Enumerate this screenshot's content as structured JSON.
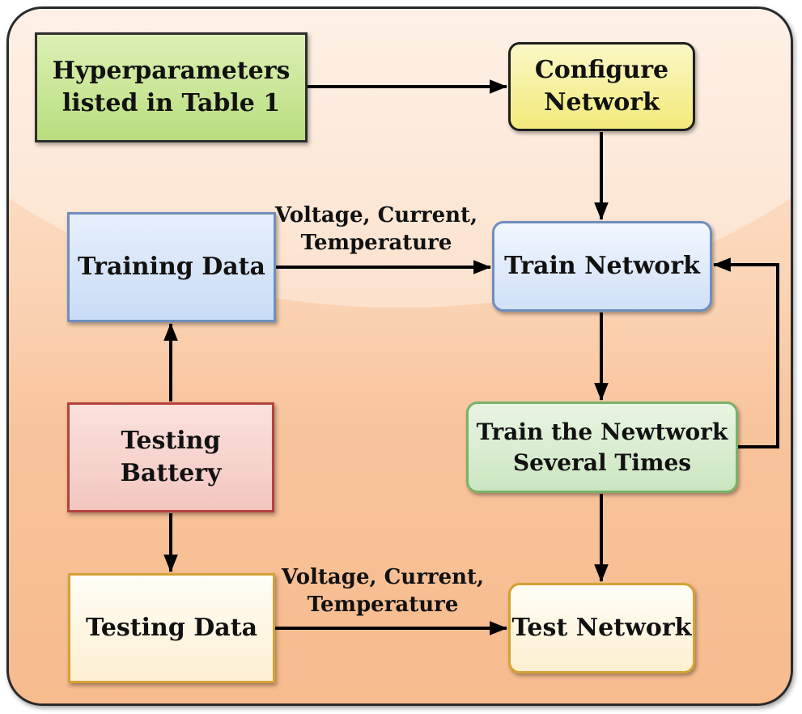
{
  "nodes": {
    "hyperparameters": "Hyperparameters\nlisted in Table 1",
    "configure_network": "Configure\nNetwork",
    "training_data": "Training Data",
    "train_network": "Train Network",
    "train_several": "Train the Newtwork\nSeveral Times",
    "testing_battery": "Testing Battery",
    "testing_data": "Testing Data",
    "test_network": "Test Network"
  },
  "edge_labels": {
    "training_inputs": "Voltage, Current,\nTemperature",
    "testing_inputs": "Voltage, Current,\nTemperature"
  },
  "colors": {
    "hyperparameters_fill": "#c9e79a",
    "configure_fill": "#f6f09f",
    "training_data_fill": "#d6e5f8",
    "train_network_fill": "#dfeafb",
    "train_several_fill": "#d9edd0",
    "testing_battery_fill": "#f7d3cd",
    "testing_data_fill": "#fef6e2",
    "test_network_fill": "#fef6e0",
    "background": "#f8c9a4",
    "arrow": "#000000"
  }
}
